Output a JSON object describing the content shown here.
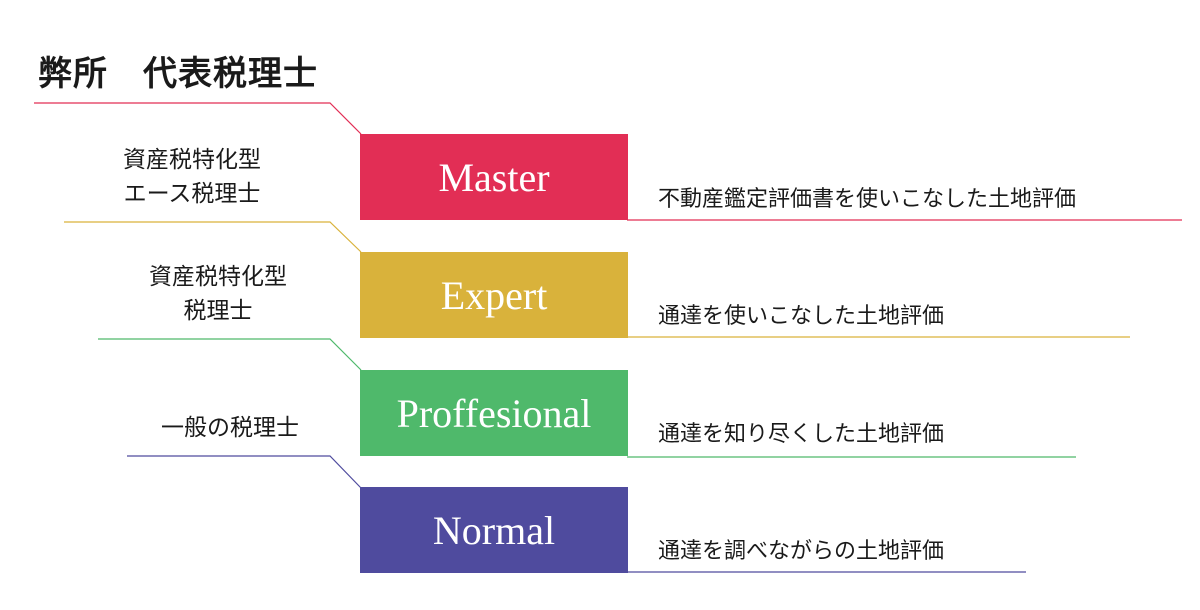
{
  "title": "弊所　代表税理士",
  "levels": [
    {
      "name": "Master",
      "color": "#e22e55",
      "description": "不動産鑑定評価書を使いこなした土地評価"
    },
    {
      "name": "Expert",
      "color": "#d9b23b",
      "description": "通達を使いこなした土地評価"
    },
    {
      "name": "Proffesional",
      "color": "#4fb96b",
      "description": "通達を知り尽くした土地評価"
    },
    {
      "name": "Normal",
      "color": "#4f4b9e",
      "description": "通達を調べながらの土地評価"
    }
  ],
  "left_labels": [
    {
      "lines": [
        "資産税特化型",
        "エース税理士"
      ]
    },
    {
      "lines": [
        "資産税特化型",
        "税理士"
      ]
    },
    {
      "lines": [
        "一般の税理士"
      ]
    }
  ]
}
